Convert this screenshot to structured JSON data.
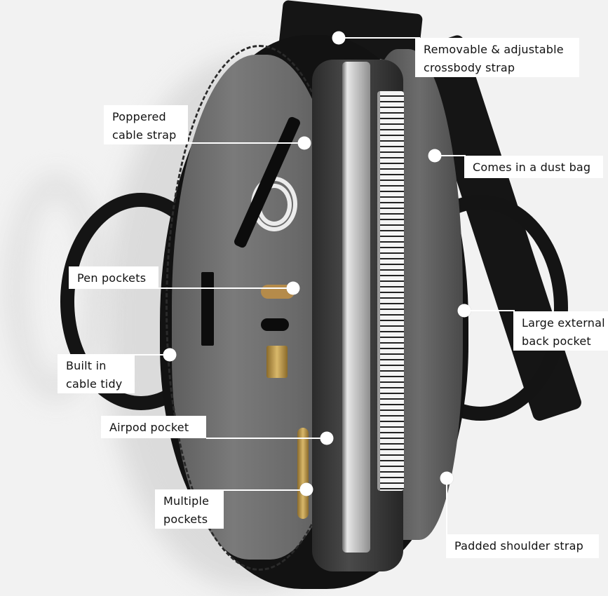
{
  "image": {
    "description": "Top-down product photo of an open black leather laptop briefcase with feature callouts",
    "background_color": "#f2f2f2",
    "callout_color": "#ffffff",
    "text_color": "#111111"
  },
  "callouts": [
    {
      "id": "crossbody-strap",
      "lines": [
        "Removable & adjustable",
        "crossbody strap"
      ]
    },
    {
      "id": "cable-strap",
      "lines": [
        "Poppered",
        "cable strap"
      ]
    },
    {
      "id": "dust-bag",
      "lines": [
        "Comes in a dust bag"
      ]
    },
    {
      "id": "pen-pockets",
      "lines": [
        "Pen pockets"
      ]
    },
    {
      "id": "back-pocket",
      "lines": [
        "Large external",
        "back pocket"
      ]
    },
    {
      "id": "cable-tidy",
      "lines": [
        "Built in",
        "cable tidy"
      ]
    },
    {
      "id": "airpod-pocket",
      "lines": [
        "Airpod pocket"
      ]
    },
    {
      "id": "multiple-pockets",
      "lines": [
        "Multiple",
        "pockets"
      ]
    },
    {
      "id": "shoulder-strap",
      "lines": [
        "Padded shoulder strap"
      ]
    }
  ]
}
